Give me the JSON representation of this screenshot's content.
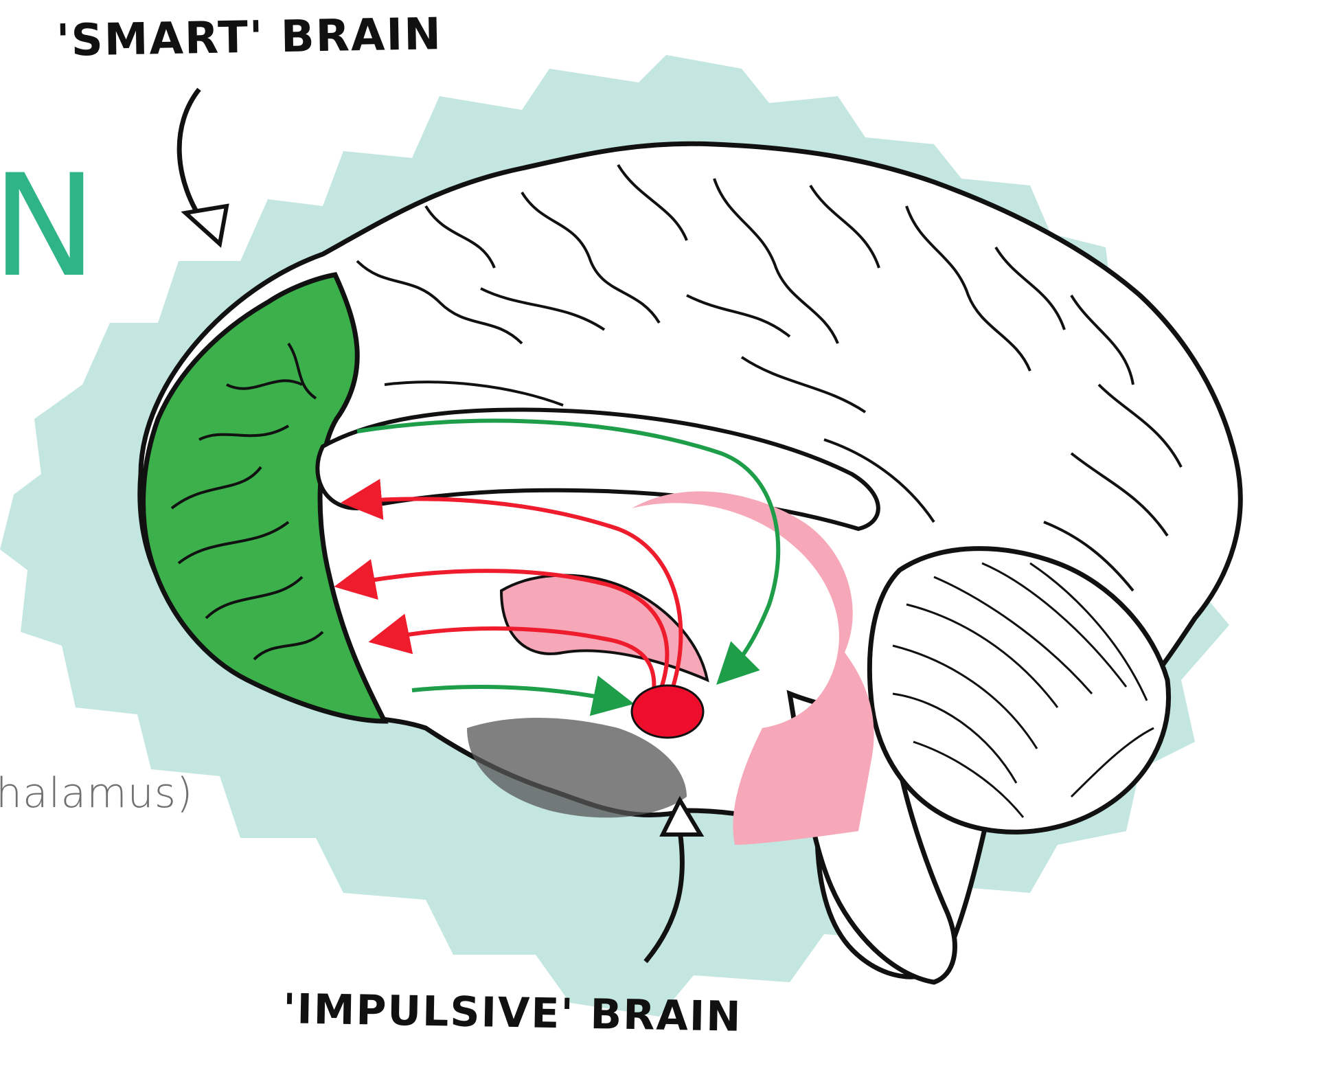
{
  "labels": {
    "smart_brain": "'SMART' BRAIN",
    "impulsive_brain": "'IMPULSIVE' BRAIN"
  },
  "cut_off_text": {
    "heading_fragment": "N",
    "caption_fragment": "halamus)"
  },
  "colors": {
    "backdrop": "#c3e6e0",
    "prefrontal": "#3bb04b",
    "limbic": "#f7a8b8",
    "amygdala": "#ee0e2c",
    "pathway_green": "#1f9e4a",
    "pathway_red": "#ee1c2c",
    "heading_teal": "#2fb487"
  },
  "icons": {
    "smart_arrow": "arrow-down-icon",
    "impulsive_arrow": "arrow-up-icon"
  }
}
